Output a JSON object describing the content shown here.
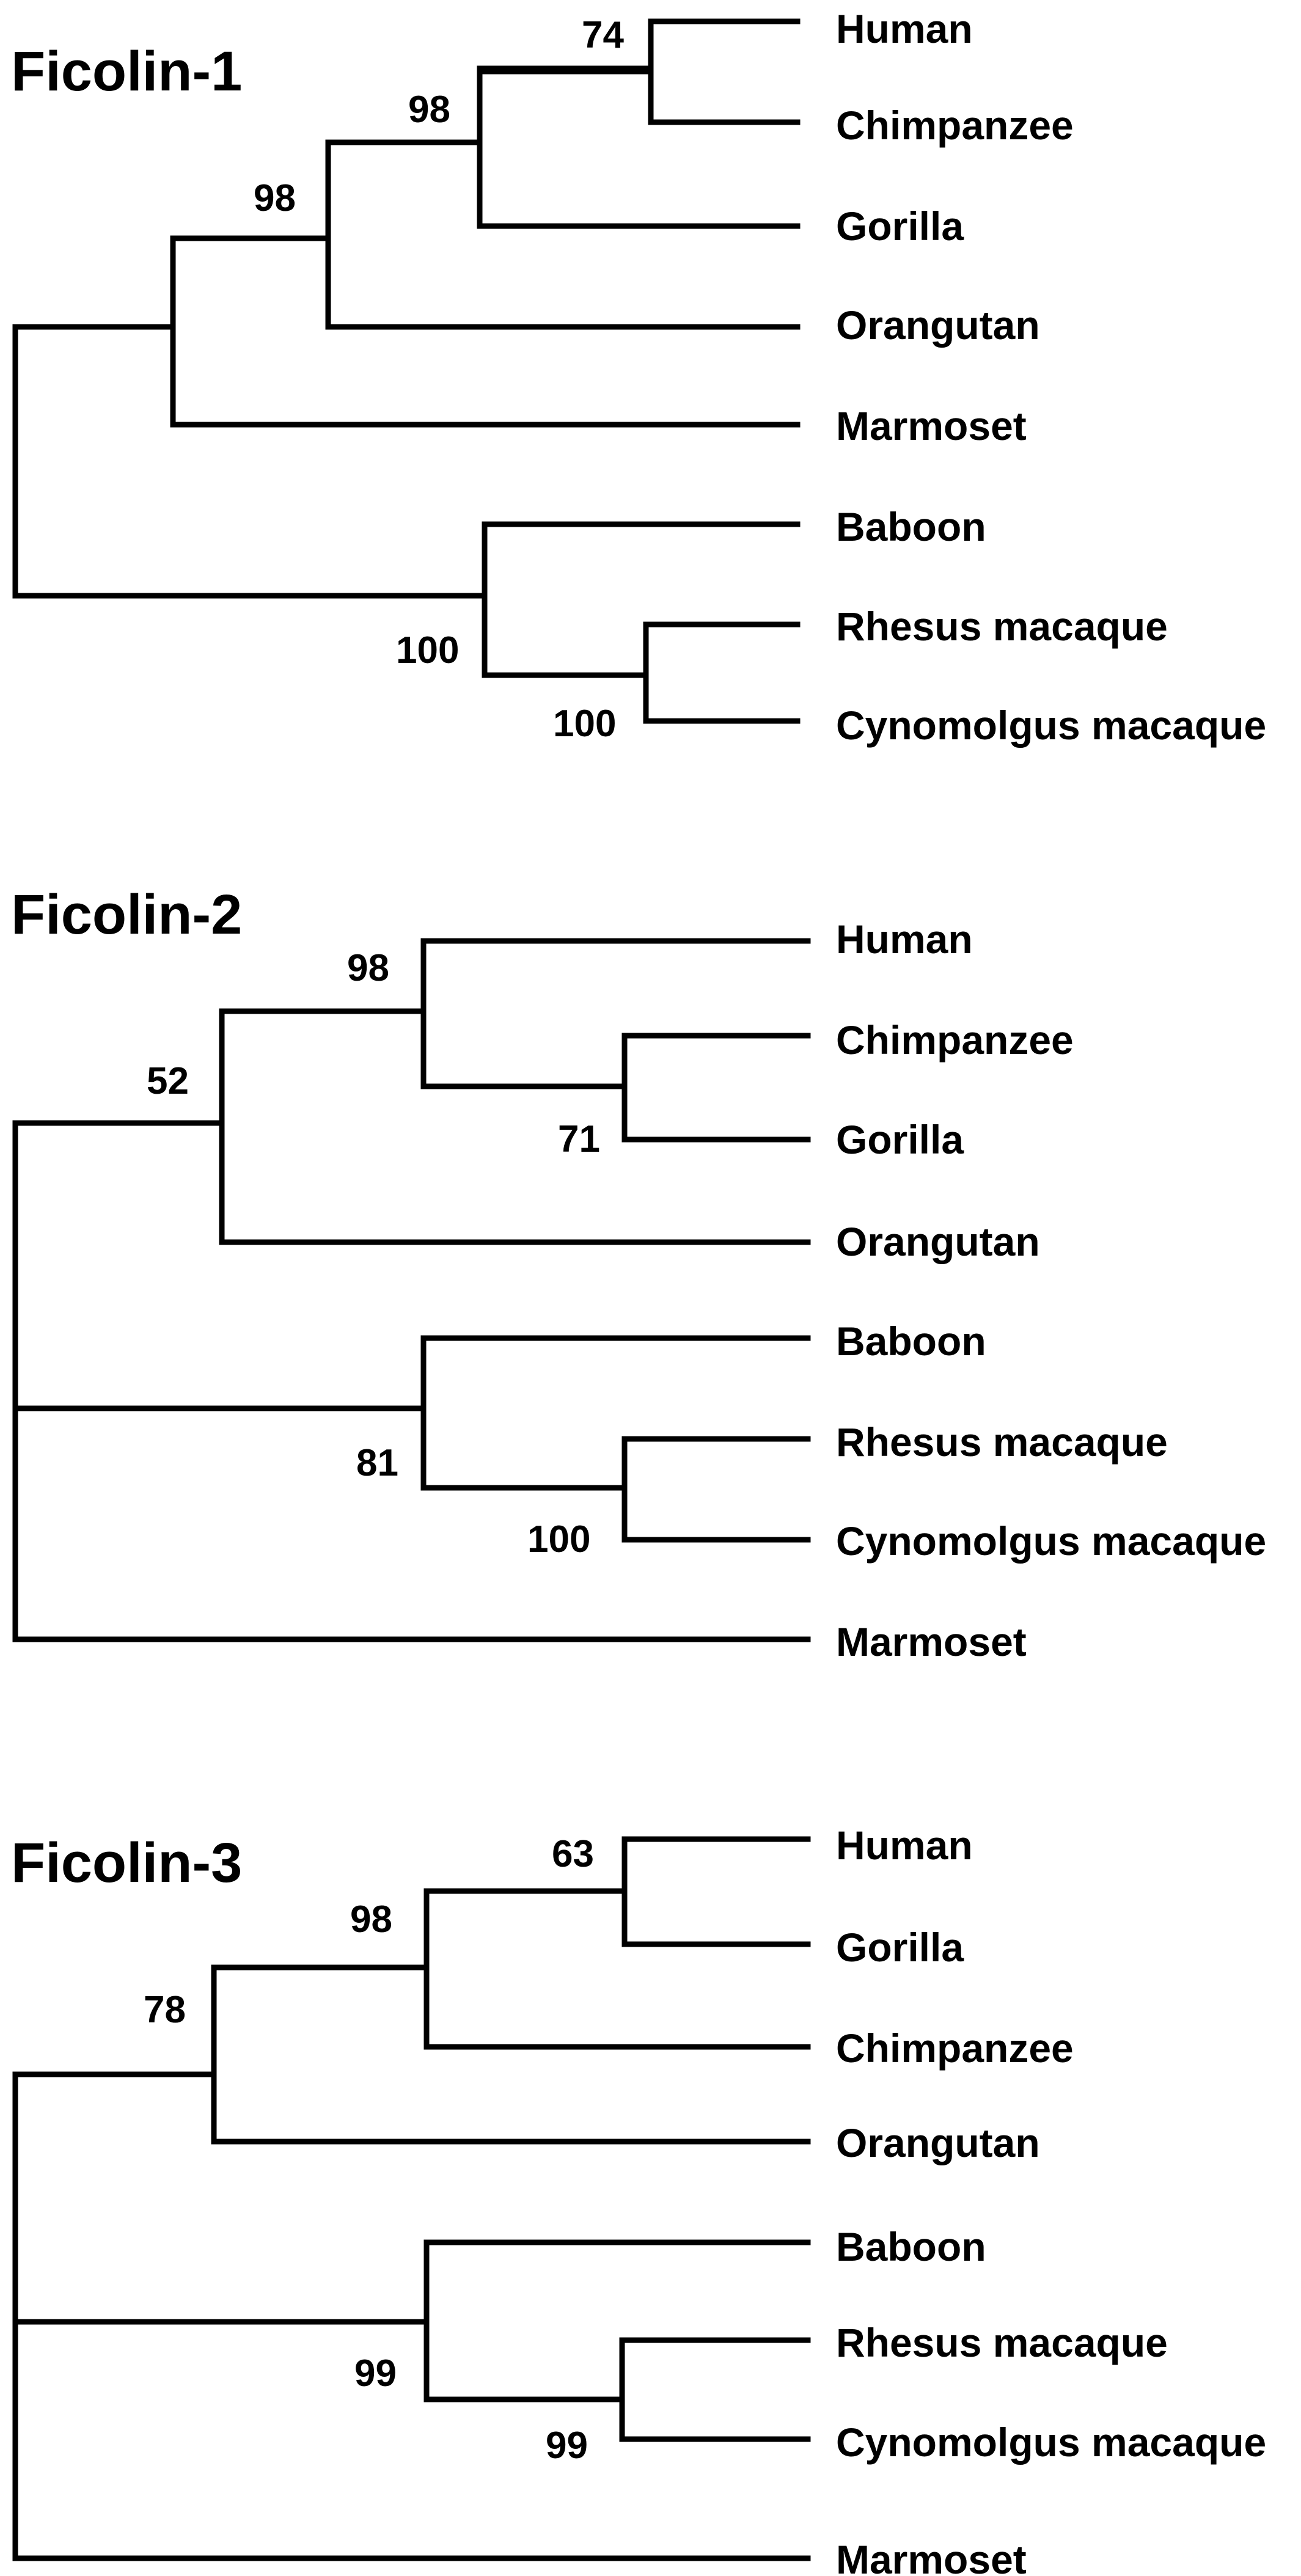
{
  "trees": [
    {
      "title": "Ficolin-1",
      "taxa": [
        "Human",
        "Chimpanzee",
        "Gorilla",
        "Orangutan",
        "Marmoset",
        "Baboon",
        "Rhesus macaque",
        "Cynomolgus macaque"
      ],
      "support_values": [
        "74",
        "98",
        "98",
        "100",
        "100"
      ]
    },
    {
      "title": "Ficolin-2",
      "taxa": [
        "Human",
        "Chimpanzee",
        "Gorilla",
        "Orangutan",
        "Baboon",
        "Rhesus macaque",
        "Cynomolgus macaque",
        "Marmoset"
      ],
      "support_values": [
        "98",
        "52",
        "71",
        "81",
        "100"
      ]
    },
    {
      "title": "Ficolin-3",
      "taxa": [
        "Human",
        "Gorilla",
        "Chimpanzee",
        "Orangutan",
        "Baboon",
        "Rhesus macaque",
        "Cynomolgus macaque",
        "Marmoset"
      ],
      "support_values": [
        "63",
        "98",
        "78",
        "99",
        "99"
      ]
    }
  ]
}
